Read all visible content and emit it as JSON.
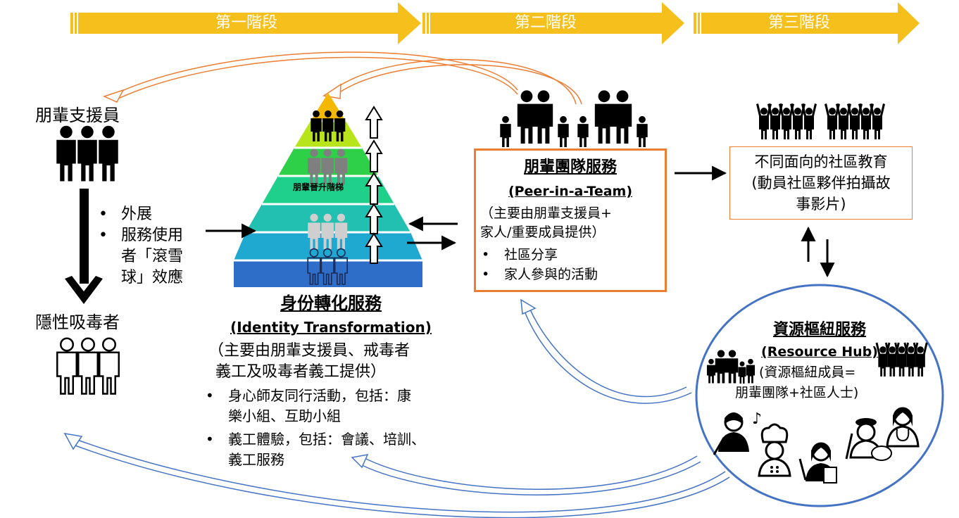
{
  "stages": [
    "第一階段",
    "第二階段",
    "第三階段"
  ],
  "peer_supporter": {
    "title": "朋輩支援員",
    "bullets": [
      "外展",
      "服務使用者「滾雪球」效應"
    ],
    "bullet2_lines": [
      "服務使用",
      "者「滾雪",
      "球」效應"
    ]
  },
  "hidden_user": {
    "title": "隱性吸毒者"
  },
  "pyramid": {
    "ladder_label": "朋輩晉升階梯"
  },
  "identity": {
    "title": "身份轉化服務",
    "subtitle": "(Identity Transformation)",
    "provider_lines": [
      "（主要由朋輩支援員、戒毒者",
      "義工及吸毒者義工提供）"
    ],
    "bullets": [
      [
        "身心師友同行活動，包括：康",
        "樂小組、互助小組"
      ],
      [
        "義工體驗，包括：會議、培訓、",
        "義工服務"
      ]
    ]
  },
  "peer_team": {
    "title": "朋輩團隊服務",
    "subtitle": "(Peer-in-a-Team)",
    "provider_lines": [
      "（主要由朋輩支援員+",
      "家人/重要成員提供）"
    ],
    "bullets": [
      "社區分享",
      "家人參與的活動"
    ]
  },
  "community_edu": {
    "lines": [
      "不同面向的社區教育",
      "(動員社區夥伴拍攝故",
      "事影片)"
    ]
  },
  "resource_hub": {
    "title": "資源樞紐服務",
    "subtitle": "(Resource Hub)",
    "line1": "(資源樞紐成員=",
    "line2": "朋輩團隊+社區人士)"
  },
  "colors": {
    "stage_arrow": "#f5c01c",
    "orange_border": "#ed7d31",
    "blue_circle": "#4472c4",
    "pyramid": [
      "#f5b800",
      "#b8e41c",
      "#2ed047",
      "#22c99a",
      "#1fb0c8",
      "#2e74c8"
    ]
  }
}
